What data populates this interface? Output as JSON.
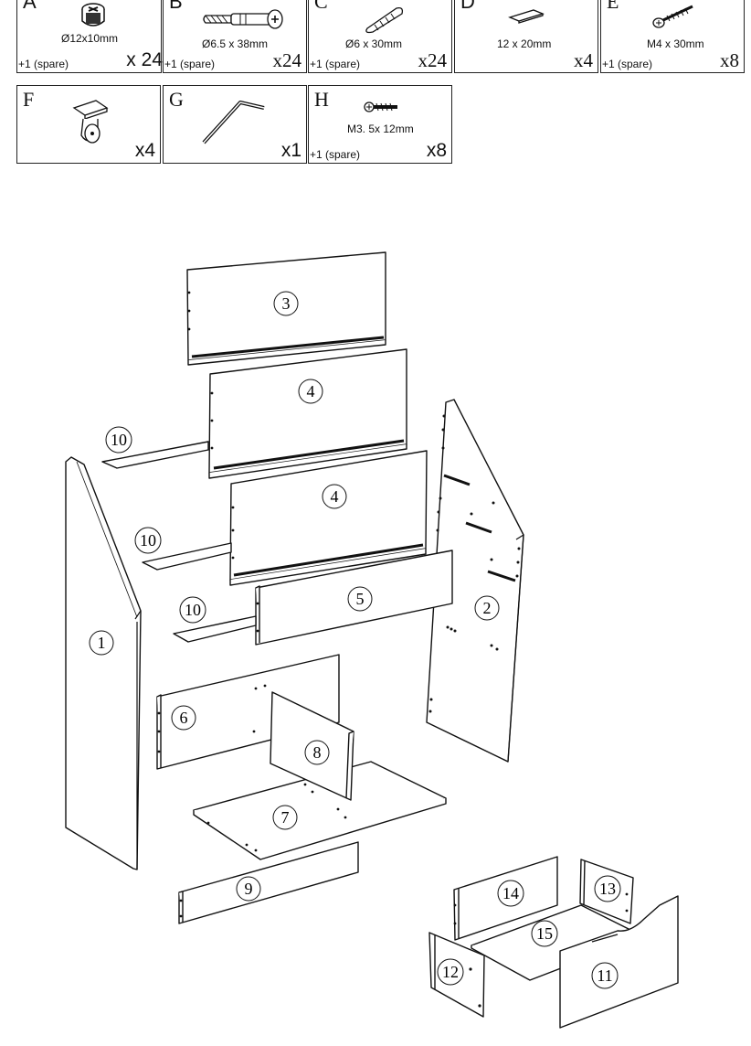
{
  "hardware": [
    {
      "id": "A",
      "size": "Ø12x10mm",
      "spare": "+1 (spare)",
      "qty": "x 24",
      "icon": "cam-lock-icon"
    },
    {
      "id": "B",
      "size": "Ø6.5 x 38mm",
      "spare": "+1 (spare)",
      "qty": "x24",
      "icon": "cam-bolt-icon"
    },
    {
      "id": "C",
      "size": "Ø6 x 30mm",
      "spare": "+1 (spare)",
      "qty": "x24",
      "icon": "wood-dowel-icon"
    },
    {
      "id": "D",
      "size": "12 x 20mm",
      "spare": "",
      "qty": "x4",
      "icon": "felt-pad-icon"
    },
    {
      "id": "E",
      "size": "M4 x 30mm",
      "spare": "+1 (spare)",
      "qty": "x8",
      "icon": "long-screw-icon"
    },
    {
      "id": "F",
      "size": "",
      "spare": "",
      "qty": "x4",
      "icon": "caster-wheel-icon"
    },
    {
      "id": "G",
      "size": "",
      "spare": "",
      "qty": "x1",
      "icon": "allen-key-icon"
    },
    {
      "id": "H",
      "size": "M3. 5x 12mm",
      "spare": "+1 (spare)",
      "qty": "x8",
      "icon": "short-screw-icon"
    }
  ],
  "parts": [
    "1",
    "2",
    "3",
    "4",
    "4",
    "5",
    "6",
    "7",
    "8",
    "9",
    "10",
    "10",
    "10",
    "11",
    "12",
    "13",
    "14",
    "15"
  ]
}
